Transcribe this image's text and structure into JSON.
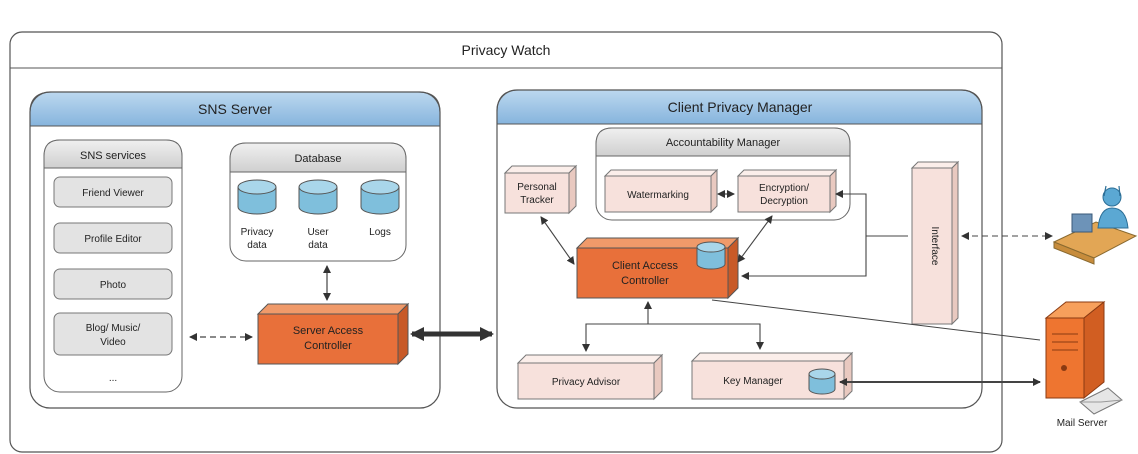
{
  "title": "Privacy Watch",
  "sns_server": {
    "title": "SNS Server",
    "services": {
      "title": "SNS services",
      "items": [
        "Friend Viewer",
        "Profile Editor",
        "Photo",
        "Blog/ Music/",
        "Video",
        "..."
      ]
    },
    "database": {
      "title": "Database",
      "stores": [
        "Privacy",
        "data",
        "User",
        "data",
        "Logs"
      ]
    },
    "server_access_controller": [
      "Server Access",
      "Controller"
    ]
  },
  "client_privacy_manager": {
    "title": "Client Privacy Manager",
    "accountability_manager": {
      "title": "Accountability Manager",
      "watermarking": "Watermarking",
      "encryption": [
        "Encryption/",
        "Decryption"
      ]
    },
    "personal_tracker": [
      "Personal",
      "Tracker"
    ],
    "client_access_controller": [
      "Client Access",
      "Controller"
    ],
    "interface": "Interface",
    "privacy_advisor": "Privacy Advisor",
    "key_manager": "Key Manager"
  },
  "mail_server": "Mail Server",
  "colors": {
    "header_blue": "#9dc3e6",
    "orange": "#e8703a",
    "box_pink": "#f7e1dc",
    "panel_gray": "#ececec",
    "cylinder_blue": "#7fbfdc"
  }
}
